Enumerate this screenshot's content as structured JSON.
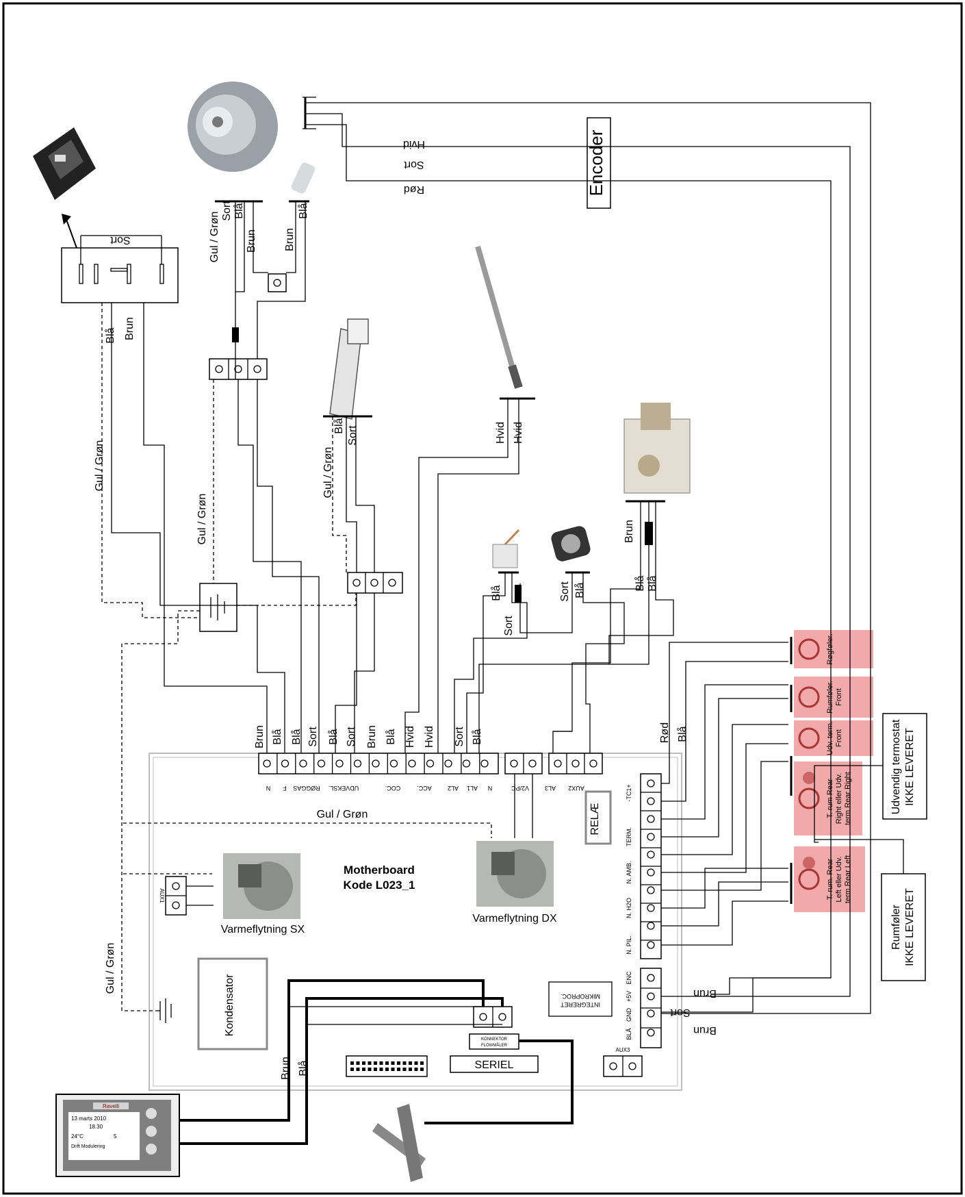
{
  "wire_colors": {
    "gul_gron": "Gul / Grøn",
    "sort": "Sort",
    "bla": "Blå",
    "brun": "Brun",
    "hvid": "Hvid",
    "rod": "Rød"
  },
  "labels": {
    "encoder": "Encoder",
    "motherboard": "Motherboard",
    "kode": "Kode L023_1",
    "varme_sx": "Varmeflytning SX",
    "varme_dx": "Varmeflytning DX",
    "kondensator": "Kondensator",
    "seriel": "SERIEL",
    "relae": "RELÆ",
    "konnektor_1": "KONNEKTOR",
    "konnektor_2": "FLOWMÅLER",
    "mikro_1": "MIKROPROC.",
    "mikro_2": "INTEGRERET",
    "aux1": "AUX1",
    "aux3": "AUX3",
    "udv_termostat_1": "Udvendig termostat",
    "udv_termostat_2": "IKKE LEVERET",
    "rumfoler_1": "Rumføler",
    "rumfoler_2": "IKKE LEVERET"
  },
  "top_terminal_labels": [
    "N",
    "F",
    "RØGGAS",
    "UDVEKSL.",
    "COC.",
    "ACC.",
    "AL2",
    "AL1",
    "N",
    "V2/PC",
    "AL3",
    "AUX2"
  ],
  "top_wire_labels": [
    "Brun",
    "Blå",
    "Blå",
    "Sort",
    "Blå",
    "Sort",
    "Brun",
    "Blå",
    "Hvid",
    "Hvid",
    "Sort",
    "Blå"
  ],
  "right_terminal_labels": [
    "-TC1+",
    "TERM.",
    "N. AMB.",
    "N. H2O",
    "N. PIL.",
    "ENC",
    "+5V",
    "GND",
    "BLÅ"
  ],
  "sensors": [
    {
      "lines": [
        "Røgføler."
      ]
    },
    {
      "lines": [
        "Rumføler.",
        "Front"
      ]
    },
    {
      "lines": [
        "Udv. term.",
        "Front"
      ]
    },
    {
      "lines": [
        "T. rum Rear",
        "Right eller Udv.",
        "term Rear Right"
      ]
    },
    {
      "lines": [
        "T. rum. Rear",
        "Left eller Udv.",
        "term.Rear Left"
      ]
    }
  ],
  "display": {
    "brand": "Ravelli",
    "date": "13 marts 2010",
    "time": "18.30",
    "temp": "24°C",
    "power": "5",
    "status": "Drift Modulering"
  },
  "colors": {
    "sensor_bg": "#f2a9a9",
    "board_border": "#bdbdbd",
    "photo_gray": "#9a9a9a"
  }
}
